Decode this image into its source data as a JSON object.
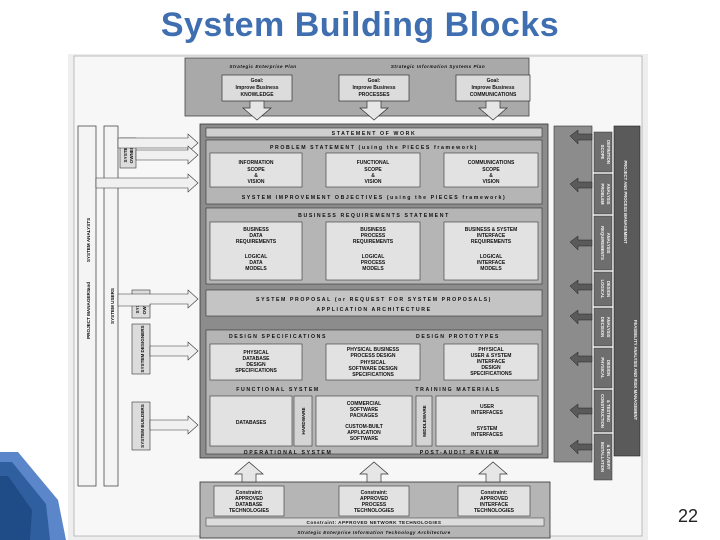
{
  "slide": {
    "title": "System Building Blocks",
    "page_number": "22"
  },
  "diagram": {
    "top_plans": {
      "left": "Strategic Enterprise Plan",
      "right": "Strategic Information Systems Plan"
    },
    "goals": [
      [
        "Goal:",
        "Improve Business",
        "KNOWLEDGE"
      ],
      [
        "Goal:",
        "Improve Business",
        "PROCESSES"
      ],
      [
        "Goal:",
        "Improve Business",
        "COMMUNICATIONS"
      ]
    ],
    "statement_of_work": "STATEMENT OF WORK",
    "problem_statement": "PROBLEM STATEMENT (using the PIECES framework)",
    "focus": [
      [
        "INFORMATION",
        "SCOPE",
        "&",
        "VISION"
      ],
      [
        "FUNCTIONAL",
        "SCOPE",
        "&",
        "VISION"
      ],
      [
        "COMMUNICATIONS",
        "SCOPE",
        "&",
        "VISION"
      ]
    ],
    "objectives": "SYSTEM IMPROVEMENT OBJECTIVES (using the PIECES framework)",
    "business_requirements": "BUSINESS REQUIREMENTS STATEMENT",
    "requirements": [
      [
        "BUSINESS",
        "DATA",
        "REQUIREMENTS"
      ],
      [
        "BUSINESS",
        "PROCESS",
        "REQUIREMENTS"
      ],
      [
        "BUSINESS & SYSTEM",
        "INTERFACE",
        "REQUIREMENTS"
      ]
    ],
    "logical_models": [
      [
        "LOGICAL",
        "DATA",
        "MODELS"
      ],
      [
        "LOGICAL",
        "PROCESS",
        "MODELS"
      ],
      [
        "LOGICAL",
        "INTERFACE",
        "MODELS"
      ]
    ],
    "system_proposal": "SYSTEM PROPOSAL (or REQUEST FOR SYSTEM PROPOSALS)",
    "application_architecture": "APPLICATION ARCHITECTURE",
    "design_specifications": "DESIGN SPECIFICATIONS",
    "design_prototypes": "DESIGN PROTOTYPES",
    "design_cells": [
      [
        "PHYSICAL",
        "DATABASE",
        "DESIGN",
        "SPECIFICATIONS"
      ],
      [
        "PHYSICAL BUSINESS",
        "PROCESS DESIGN",
        "PHYSICAL",
        "SOFTWARE DESIGN",
        "SPECIFICATIONS"
      ],
      [
        "PHYSICAL",
        "USER & SYSTEM",
        "INTERFACE",
        "DESIGN",
        "SPECIFICATIONS"
      ]
    ],
    "functional_system": "FUNCTIONAL SYSTEM",
    "training_materials": "TRAINING MATERIALS",
    "build": {
      "databases": "DATABASES",
      "hardware": "HARDWARE",
      "software": [
        "COMMERCIAL",
        "SOFTWARE",
        "PACKAGES",
        "CUSTOM-BUILT",
        "APPLICATION",
        "SOFTWARE"
      ],
      "middleware": "MIDDLEWARE",
      "interfaces": [
        "USER",
        "INTERFACES",
        "SYSTEM",
        "INTERFACES"
      ]
    },
    "operational_system": "OPERATIONAL SYSTEM",
    "post_audit": "POST-AUDIT REVIEW",
    "constraints": [
      [
        "Constraint:",
        "APPROVED",
        "DATABASE",
        "TECHNOLOGIES"
      ],
      [
        "Constraint:",
        "APPROVED",
        "PROCESS",
        "TECHNOLOGIES"
      ],
      [
        "Constraint:",
        "APPROVED",
        "INTERFACE",
        "TECHNOLOGIES"
      ]
    ],
    "network_constraint": "Constraint: APPROVED NETWORK TECHNOLOGIES",
    "bottom_plan": "Strategic Enterprise Information Technology Architecture",
    "left_roles": {
      "system_owners_top": [
        "SYSTEM",
        "OWNERS"
      ],
      "system_analysts": "SYSTEM ANALYSTS",
      "and": "and",
      "project_managers": "PROJECT MANAGERS",
      "system_users": "SYSTEM USERS",
      "system_owners_mid": [
        "SYSTEM",
        "OWNERS"
      ],
      "system_designers": "SYSTEM DESIGNERS",
      "system_builders": "SYSTEM BUILDERS"
    },
    "phases": [
      [
        "SCOPE",
        "DEFINITION"
      ],
      [
        "PROBLEM",
        "ANALYSIS"
      ],
      [
        "REQUIREMENTS",
        "ANALYSIS"
      ],
      [
        "LOGICAL",
        "DESIGN"
      ],
      [
        "DECISION",
        "ANALYSIS"
      ],
      [
        "PHYSICAL",
        "DESIGN"
      ],
      [
        "CONSTRUCTION",
        "& TESTING"
      ],
      [
        "INSTALLATION",
        "& DELIVERY"
      ]
    ],
    "right_bars": {
      "project_management": "PROJECT AND PROCESS MANAGEMENT",
      "feasibility": "FEASIBILITY ANALYSIS AND RISK MANAGEMENT"
    }
  }
}
